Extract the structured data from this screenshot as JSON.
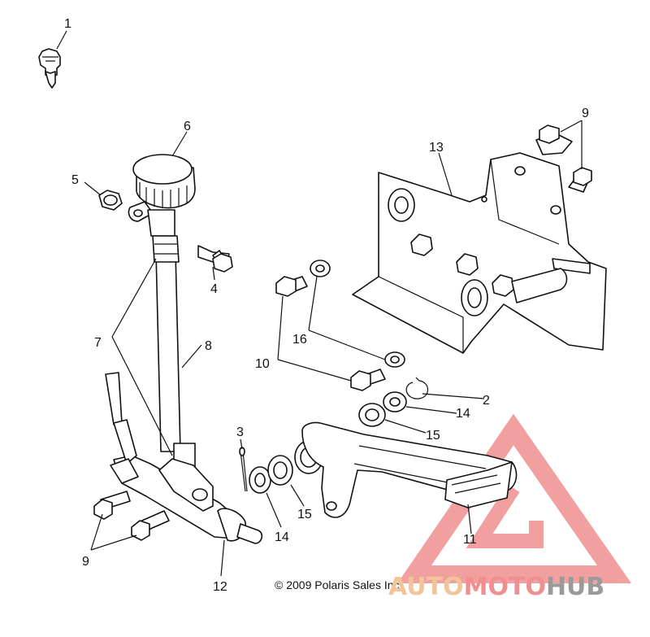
{
  "callouts": {
    "c1": "1",
    "c2": "2",
    "c3": "3",
    "c4": "4",
    "c5": "5",
    "c6": "6",
    "c7": "7",
    "c8": "8",
    "c9_top": "9",
    "c9_bottom": "9",
    "c10": "10",
    "c11": "11",
    "c12": "12",
    "c13": "13",
    "c14_upper": "14",
    "c14_lower": "14",
    "c15_upper": "15",
    "c15_lower": "15",
    "c16": "16"
  },
  "copyright": "© 2009 Polaris Sales Inc.",
  "watermark": {
    "part_a": "AUTO",
    "part_b": "MOTO",
    "part_c": "HUB",
    "colors": {
      "auto": "#f2c49a",
      "moto": "#f08f8f",
      "hub": "#9a9a9a",
      "triangle": "#f08f8f"
    }
  }
}
